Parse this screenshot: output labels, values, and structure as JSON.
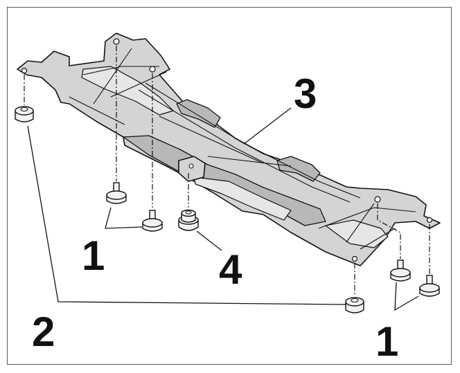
{
  "diagram": {
    "callouts": {
      "c1_left": "1",
      "c1_right": "1",
      "c2": "2",
      "c3": "3",
      "c4": "4"
    }
  }
}
